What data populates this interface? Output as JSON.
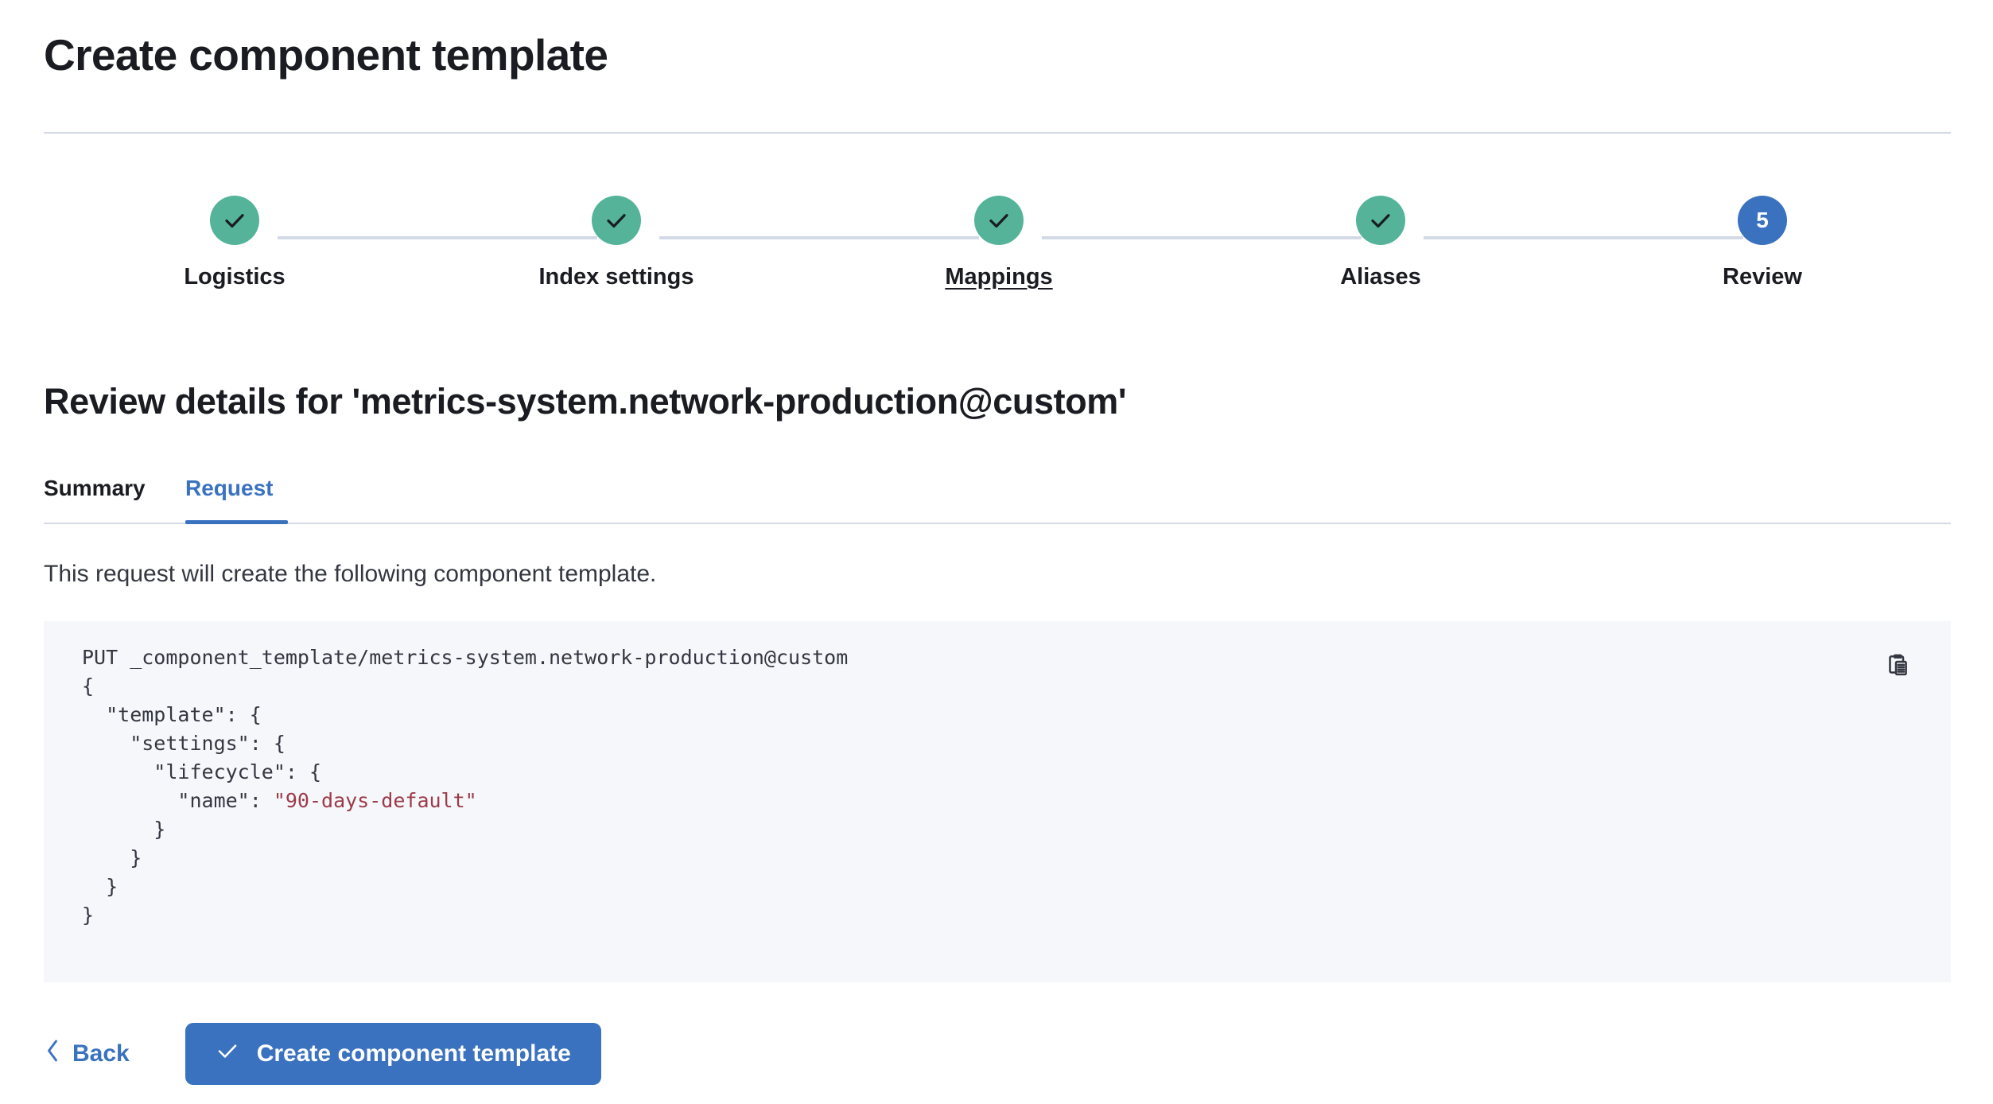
{
  "page": {
    "title": "Create component template"
  },
  "stepper": {
    "steps": [
      {
        "label": "Logistics",
        "state": "complete",
        "number": "1",
        "icon": "check-icon",
        "hovered": false
      },
      {
        "label": "Index settings",
        "state": "complete",
        "number": "2",
        "icon": "check-icon",
        "hovered": false
      },
      {
        "label": "Mappings",
        "state": "complete",
        "number": "3",
        "icon": "check-icon",
        "hovered": true
      },
      {
        "label": "Aliases",
        "state": "complete",
        "number": "4",
        "icon": "check-icon",
        "hovered": false
      },
      {
        "label": "Review",
        "state": "current",
        "number": "5",
        "icon": "",
        "hovered": false
      }
    ]
  },
  "review": {
    "heading": "Review details for 'metrics-system.network-production@custom'",
    "tabs": [
      {
        "label": "Summary",
        "active": false
      },
      {
        "label": "Request",
        "active": true
      }
    ],
    "description": "This request will create the following component template."
  },
  "request": {
    "copy_icon": "clipboard-copy-icon",
    "lines": [
      {
        "text": "PUT _component_template/metrics-system.network-production@custom"
      },
      {
        "text": "{"
      },
      {
        "text": "  \"template\": {"
      },
      {
        "text": "    \"settings\": {"
      },
      {
        "text": "      \"lifecycle\": {"
      },
      {
        "prefix": "        \"name\": ",
        "string": "\"90-days-default\""
      },
      {
        "text": "      }"
      },
      {
        "text": "    }"
      },
      {
        "text": "  }"
      },
      {
        "text": "}"
      }
    ]
  },
  "footer": {
    "back_label": "Back",
    "back_icon": "chevron-left-icon",
    "submit_label": "Create component template",
    "submit_icon": "check-icon"
  },
  "colors": {
    "success": "#54b399",
    "primary": "#3a72bf",
    "text": "#1a1c21",
    "subdued_line": "#d3dae6",
    "code_bg": "#f5f7fa",
    "code_string": "#9c3b4a"
  }
}
